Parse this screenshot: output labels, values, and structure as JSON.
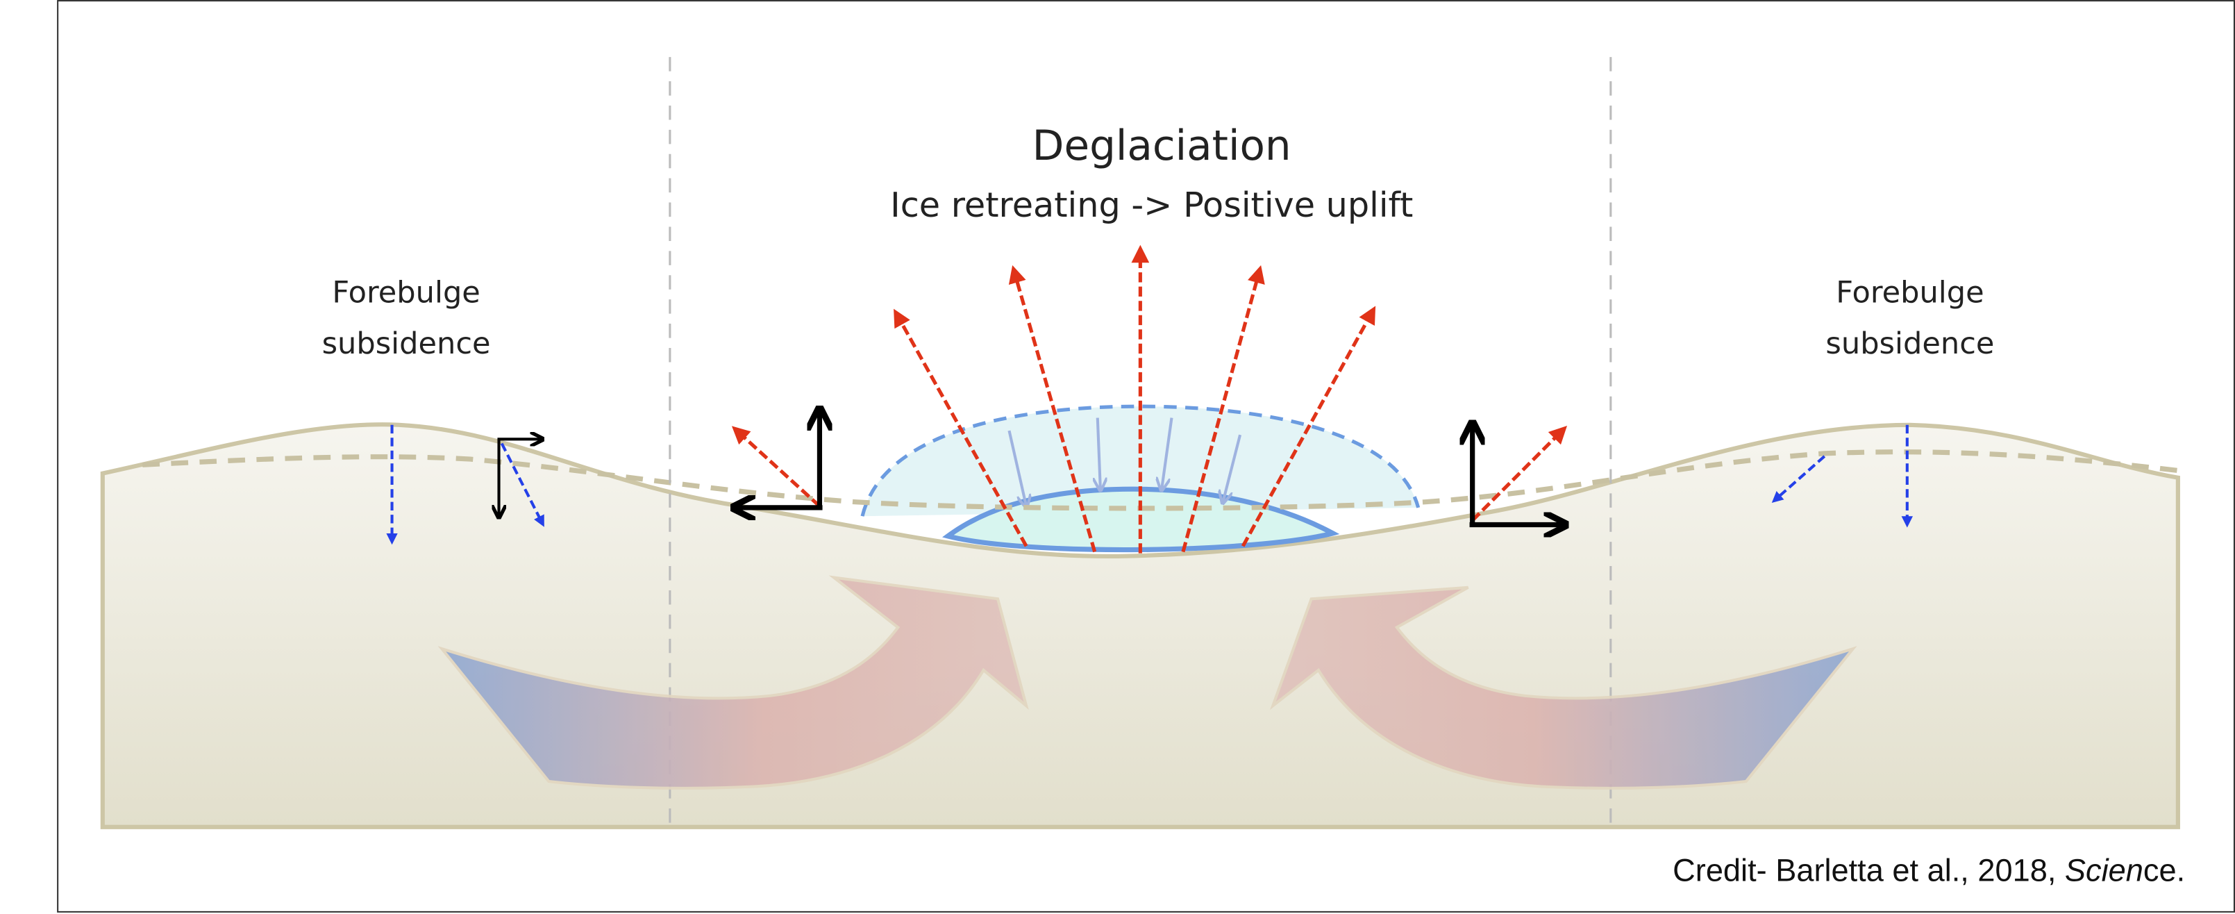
{
  "title": "Deglaciation",
  "subtitle": "Ice retreating -> Positive uplift",
  "left_label": {
    "line1": "Forebulge",
    "line2": "subsidence"
  },
  "right_label": {
    "line1": "Forebulge",
    "line2": "subsidence"
  },
  "credit": {
    "prefix": "Credit- Barletta et al., 2018, ",
    "italic": "Scien",
    "suffix": "ce."
  },
  "colors": {
    "ground": "#e9e6d8",
    "ground_edge": "#cdc6a6",
    "uplift_arrow": "#e03318",
    "subsidence_arrow": "#2440e8",
    "ice_fill": "#d9f3f3",
    "ice_edge": "#6b9be0",
    "flow_cold": "#90a8cf",
    "flow_warm": "#dcb5b0"
  }
}
